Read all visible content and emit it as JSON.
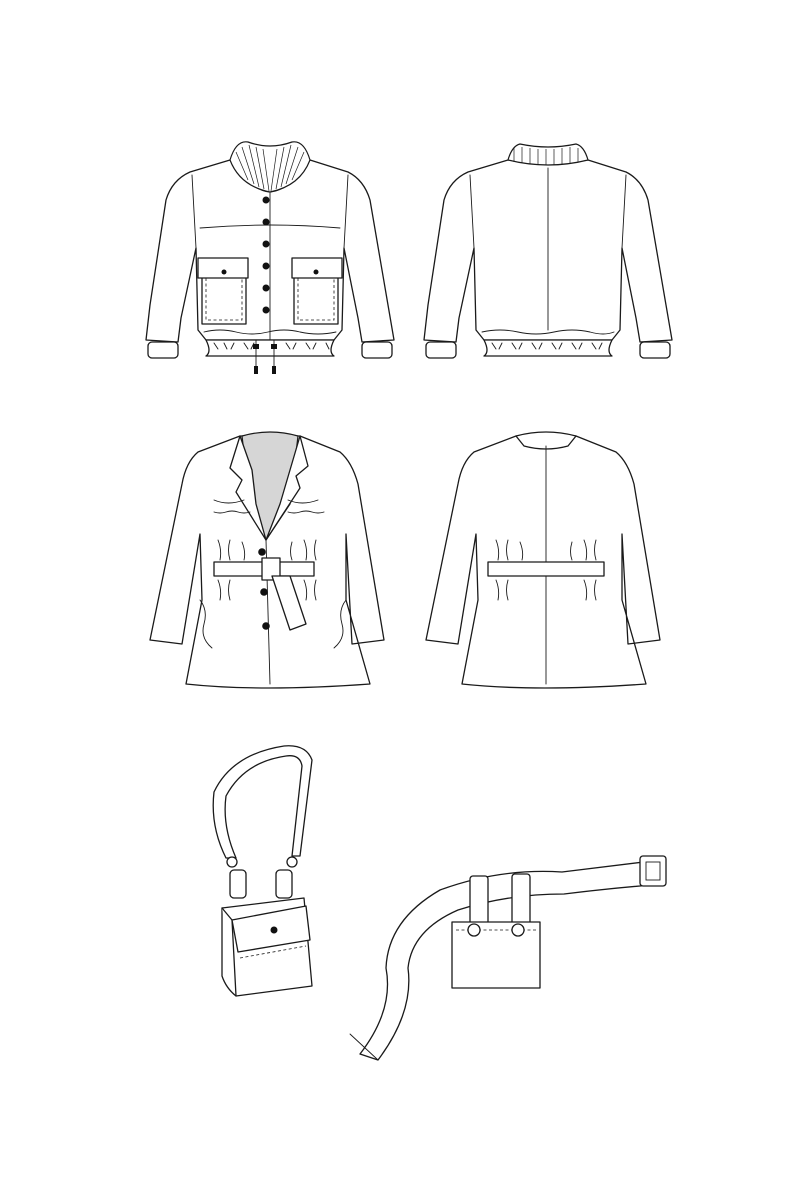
{
  "colors": {
    "line": "#1a1a1a",
    "fill": "#ffffff",
    "button": "#111111",
    "lining": "#d6d6d6"
  },
  "figures": [
    {
      "id": "bomber-front",
      "icon": "bomber-jacket-front-icon"
    },
    {
      "id": "bomber-back",
      "icon": "bomber-jacket-back-icon"
    },
    {
      "id": "belted-jacket-front",
      "icon": "belted-jacket-front-icon"
    },
    {
      "id": "belted-jacket-back",
      "icon": "belted-jacket-back-icon"
    },
    {
      "id": "crossbody-bag",
      "icon": "crossbody-bag-icon"
    },
    {
      "id": "belt-bag",
      "icon": "belt-bag-icon"
    }
  ]
}
